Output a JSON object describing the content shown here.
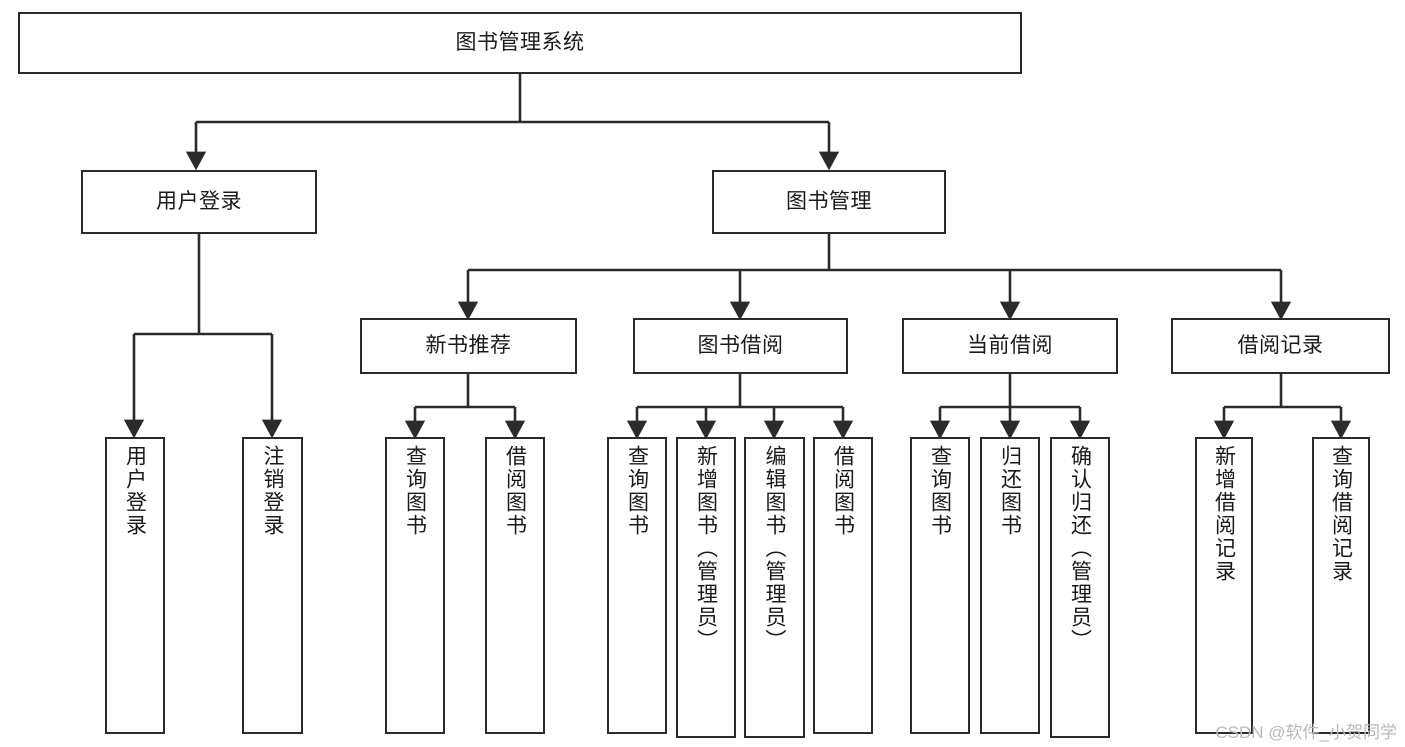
{
  "diagram": {
    "title": "图书管理系统",
    "type": "tree",
    "colors": {
      "stroke": "#2b2b2b",
      "fill": "#ffffff",
      "text": "#1a1a1a",
      "watermark": "#b9b9b9"
    },
    "watermark": "CSDN @软件_小贺同学",
    "nodes": {
      "root": {
        "label": "图书管理系统"
      },
      "user_login": {
        "label": "用户登录"
      },
      "book_manage": {
        "label": "图书管理"
      },
      "new_book_rec": {
        "label": "新书推荐"
      },
      "book_borrow": {
        "label": "图书借阅"
      },
      "current_borrow": {
        "label": "当前借阅"
      },
      "borrow_record": {
        "label": "借阅记录"
      },
      "leaf_user_login": {
        "label": "用户登录"
      },
      "leaf_logout": {
        "label": "注销登录"
      },
      "leaf_query_book_a": {
        "label": "查询图书"
      },
      "leaf_borrow_book_a": {
        "label": "借阅图书"
      },
      "leaf_query_book_b": {
        "label": "查询图书"
      },
      "leaf_add_book": {
        "label": "新增图书（管理员）"
      },
      "leaf_edit_book": {
        "label": "编辑图书（管理员）"
      },
      "leaf_borrow_book_b": {
        "label": "借阅图书"
      },
      "leaf_query_book_c": {
        "label": "查询图书"
      },
      "leaf_return_book": {
        "label": "归还图书"
      },
      "leaf_confirm_return": {
        "label": "确认归还（管理员）"
      },
      "leaf_add_record": {
        "label": "新增借阅记录"
      },
      "leaf_query_record": {
        "label": "查询借阅记录"
      }
    },
    "hierarchy": [
      {
        "node": "root",
        "children": [
          {
            "node": "user_login",
            "children": [
              {
                "node": "leaf_user_login"
              },
              {
                "node": "leaf_logout"
              }
            ]
          },
          {
            "node": "book_manage",
            "children": [
              {
                "node": "new_book_rec",
                "children": [
                  {
                    "node": "leaf_query_book_a"
                  },
                  {
                    "node": "leaf_borrow_book_a"
                  }
                ]
              },
              {
                "node": "book_borrow",
                "children": [
                  {
                    "node": "leaf_query_book_b"
                  },
                  {
                    "node": "leaf_add_book"
                  },
                  {
                    "node": "leaf_edit_book"
                  },
                  {
                    "node": "leaf_borrow_book_b"
                  }
                ]
              },
              {
                "node": "current_borrow",
                "children": [
                  {
                    "node": "leaf_query_book_c"
                  },
                  {
                    "node": "leaf_return_book"
                  },
                  {
                    "node": "leaf_confirm_return"
                  }
                ]
              },
              {
                "node": "borrow_record",
                "children": [
                  {
                    "node": "leaf_add_record"
                  },
                  {
                    "node": "leaf_query_record"
                  }
                ]
              }
            ]
          }
        ]
      }
    ]
  }
}
